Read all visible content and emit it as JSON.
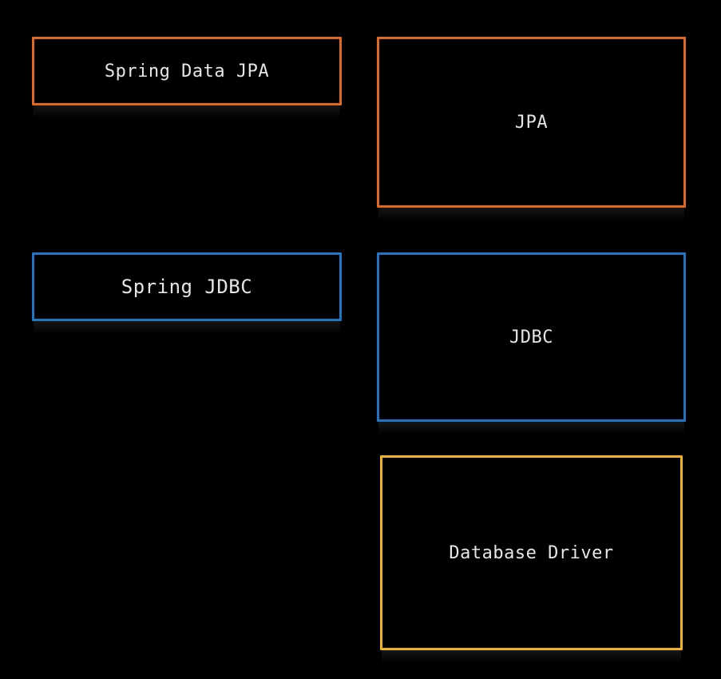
{
  "colors": {
    "background": "#000000",
    "orange": "#e0671f",
    "blue": "#1f76c4",
    "yellow": "#f0b323",
    "text": "#e6e6e6"
  },
  "boxes": {
    "spring_data_jpa": {
      "label": "Spring Data JPA",
      "color": "orange"
    },
    "jpa": {
      "label": "JPA",
      "color": "orange"
    },
    "spring_jdbc": {
      "label": "Spring JDBC",
      "color": "blue"
    },
    "jdbc": {
      "label": "JDBC",
      "color": "blue"
    },
    "database_driver": {
      "label": "Database Driver",
      "color": "yellow"
    }
  }
}
